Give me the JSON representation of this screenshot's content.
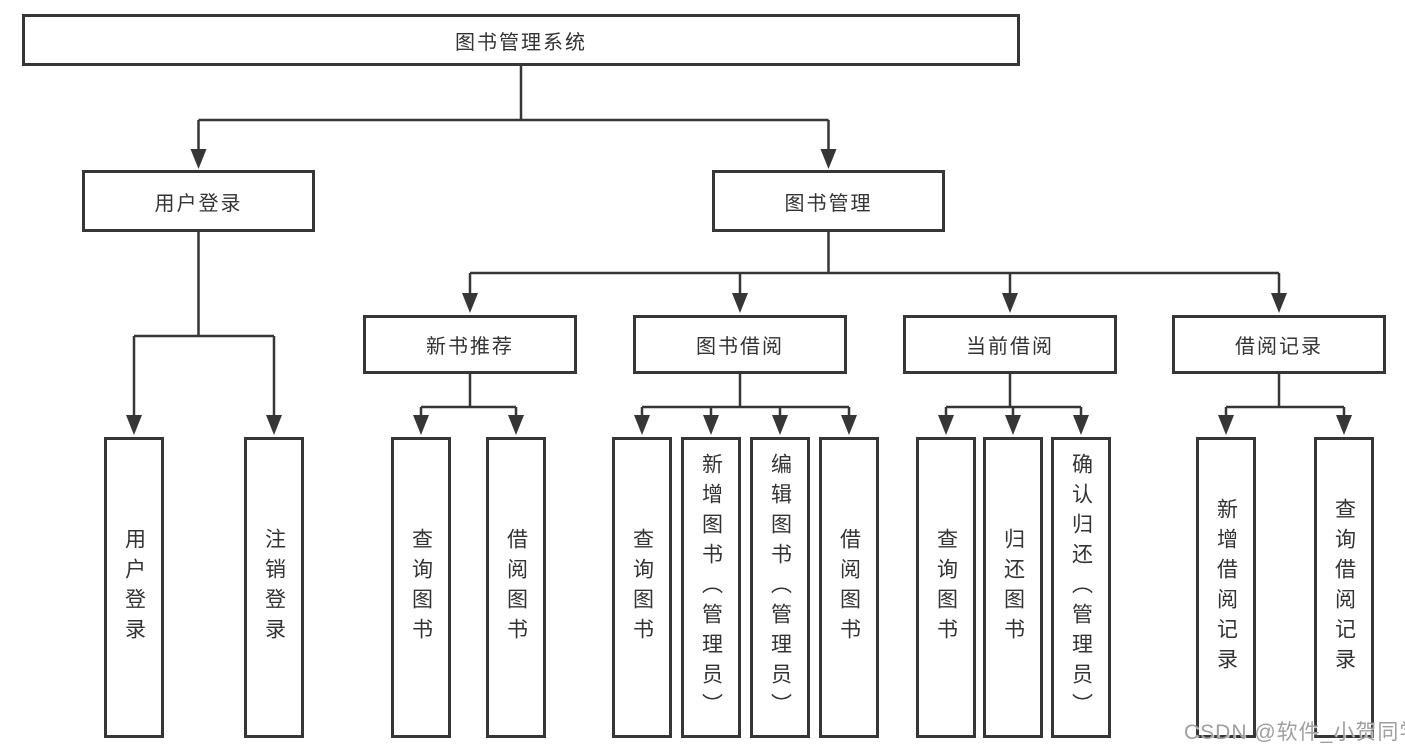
{
  "tree": {
    "root": "图书管理系统",
    "branches": [
      {
        "label": "用户登录",
        "children": [
          "用户登录",
          "注销登录"
        ]
      },
      {
        "label": "图书管理",
        "children": [
          {
            "label": "新书推荐",
            "children": [
              "查询图书",
              "借阅图书"
            ]
          },
          {
            "label": "图书借阅",
            "children": [
              "查询图书",
              "新增图书（管理员）",
              "编辑图书（管理员）",
              "借阅图书"
            ]
          },
          {
            "label": "当前借阅",
            "children": [
              "查询图书",
              "归还图书",
              "确认归还（管理员）"
            ]
          },
          {
            "label": "借阅记录",
            "children": [
              "新增借阅记录",
              "查询借阅记录"
            ]
          }
        ]
      }
    ]
  },
  "watermark": "CSDN @软件_小贺同学",
  "colors": {
    "line": "#363636",
    "text": "#333333",
    "background": "#ffffff",
    "watermark": "#9f9f9f"
  }
}
